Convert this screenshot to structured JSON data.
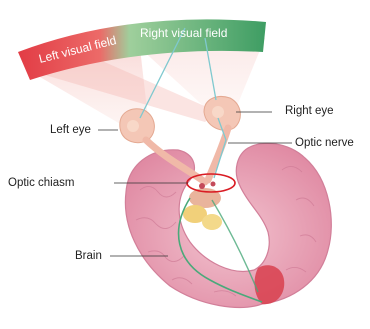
{
  "fields": {
    "left": "Left visual field",
    "right": "Right visual field"
  },
  "labels": {
    "left_eye": "Left eye",
    "right_eye": "Right eye",
    "optic_nerve": "Optic nerve",
    "optic_chiasm": "Optic chiasm",
    "brain": "Brain"
  },
  "colors": {
    "left_field": "#e8444a",
    "right_field": "#3fa267",
    "brain": "#e7a0b6",
    "highlight_ellipse": "#d91c24",
    "nerve_pathway": "#59b88a"
  }
}
